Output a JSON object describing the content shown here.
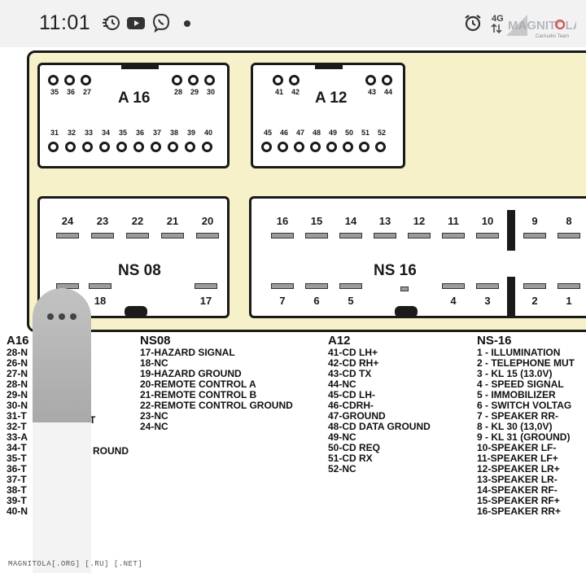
{
  "status_bar": {
    "time": "11:01",
    "network": "4G",
    "icons": [
      "data-saver-icon",
      "youtube-icon",
      "viber-icon",
      "alarm-icon",
      "signal-icon"
    ]
  },
  "connectors": {
    "a16": {
      "name": "A 16",
      "top_pins": [
        "35",
        "36",
        "27"
      ],
      "top_pins_right": [
        "28",
        "29",
        "30"
      ],
      "bottom_pins": [
        "31",
        "32",
        "33",
        "34",
        "35",
        "36",
        "37",
        "38",
        "39",
        "40"
      ]
    },
    "a12": {
      "name": "A 12",
      "top_pins": [
        "41",
        "42"
      ],
      "top_pins_right": [
        "43",
        "44"
      ],
      "bottom_pins": [
        "45",
        "46",
        "47",
        "48",
        "49",
        "50",
        "51",
        "52"
      ]
    },
    "ns08": {
      "name": "NS 08",
      "top_pins": [
        "24",
        "23",
        "22",
        "21",
        "20"
      ],
      "bottom_pins_left": "18",
      "bottom_pins_right": "17"
    },
    "ns16": {
      "name": "NS 16",
      "top_pins": [
        "16",
        "15",
        "14",
        "13",
        "12",
        "11",
        "10",
        "9",
        "8"
      ],
      "bottom_left": [
        "7",
        "6",
        "5"
      ],
      "bottom_right": [
        "4",
        "3",
        "2",
        "1"
      ]
    }
  },
  "legends": {
    "a16": {
      "title": "A16",
      "lines": [
        "28-N",
        "26-N",
        "27-N",
        "28-N",
        "29-N",
        "30-N",
        "31-T",
        "32-T",
        "33-A",
        "34-T",
        "35-T",
        "36-T",
        "37-T",
        "38-T",
        "39-T",
        "40-N"
      ],
      "fragment_1": "ROUND",
      "fragment_2": "T"
    },
    "ns08": {
      "title": "NS08",
      "lines": [
        "17-HAZARD SIGNAL",
        "18-NC",
        "19-HAZARD GROUND",
        "20-REMOTE CONTROL A",
        "21-REMOTE CONTROL B",
        "22-REMOTE CONTROL GROUND",
        "23-NC",
        "24-NC"
      ]
    },
    "a12": {
      "title": "A12",
      "lines": [
        "41-CD LH+",
        "42-CD RH+",
        "43-CD TX",
        "44-NC",
        "45-CD LH-",
        "46-CDRH-",
        "47-GROUND",
        "48-CD DATA GROUND",
        "49-NC",
        "50-CD REQ",
        "51-CD RX",
        "52-NC"
      ]
    },
    "ns16": {
      "title": "NS-16",
      "lines": [
        "1 - ILLUMINATION",
        "2 - TELEPHONE MUT",
        "3 - KL 15  (13.0V)",
        "4 - SPEED SIGNAL",
        "5 - IMMOBILIZER",
        "6 - SWITCH VOLTAG",
        "7 - SPEAKER RR-",
        "8 - KL 30 (13,0V)",
        "9 - KL 31 (GROUND)",
        "10-SPEAKER LF-",
        "11-SPEAKER LF+",
        "12-SPEAKER LR+",
        "13-SPEAKER LR-",
        "14-SPEAKER RF-",
        "15-SPEAKER RF+",
        "16-SPEAKER RR+"
      ]
    }
  },
  "watermark": {
    "brand": "MAGNITOLA",
    "sub": "CarAudio Team"
  },
  "footer": "MAGNITOLA[.ORG] [.RU] [.NET]",
  "colors": {
    "panel": "#f6f1c8",
    "status_bar": "#f2f2f2",
    "accent_red": "#e04848"
  }
}
